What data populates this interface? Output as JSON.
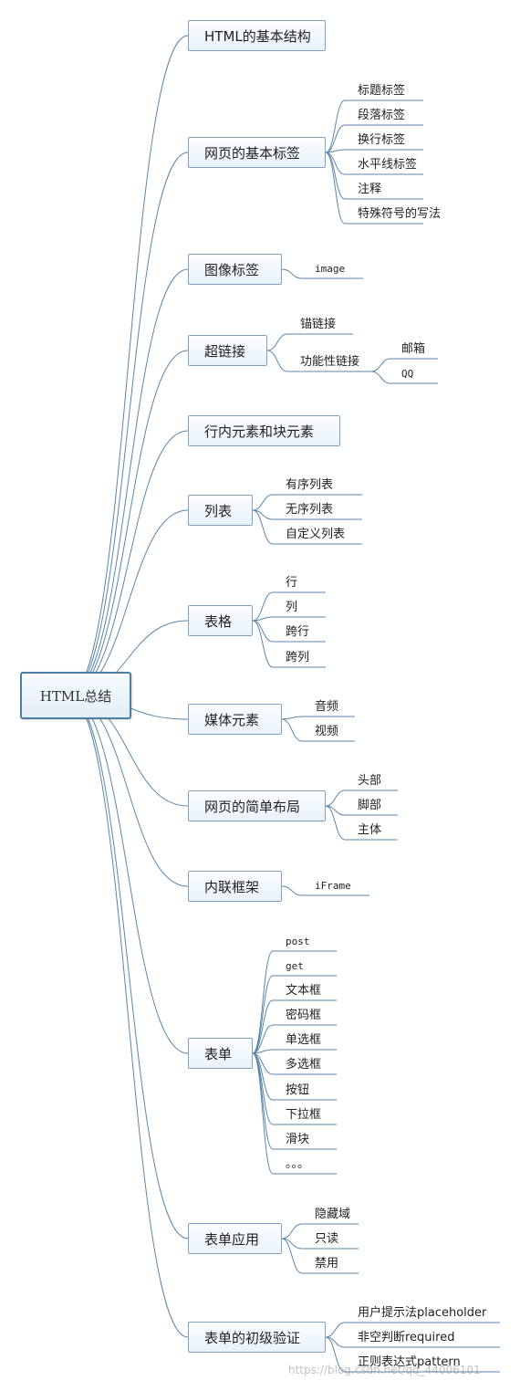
{
  "root": {
    "label": "HTML总结"
  },
  "topics": [
    {
      "label": "HTML的基本结构",
      "children": []
    },
    {
      "label": "网页的基本标签",
      "children": [
        {
          "label": "标题标签"
        },
        {
          "label": "段落标签"
        },
        {
          "label": "换行标签"
        },
        {
          "label": "水平线标签"
        },
        {
          "label": "注释"
        },
        {
          "label": "特殊符号的写法"
        }
      ]
    },
    {
      "label": "图像标签",
      "children": [
        {
          "label": "image",
          "mono": true
        }
      ]
    },
    {
      "label": "超链接",
      "children": [
        {
          "label": "锚链接"
        },
        {
          "label": "功能性链接",
          "children": [
            {
              "label": "邮箱"
            },
            {
              "label": "QQ",
              "mono": true
            }
          ]
        }
      ]
    },
    {
      "label": "行内元素和块元素",
      "children": []
    },
    {
      "label": "列表",
      "children": [
        {
          "label": "有序列表"
        },
        {
          "label": "无序列表"
        },
        {
          "label": "自定义列表"
        }
      ]
    },
    {
      "label": "表格",
      "children": [
        {
          "label": "行"
        },
        {
          "label": "列"
        },
        {
          "label": "跨行"
        },
        {
          "label": "跨列"
        }
      ]
    },
    {
      "label": "媒体元素",
      "children": [
        {
          "label": "音频"
        },
        {
          "label": "视频"
        }
      ]
    },
    {
      "label": "网页的简单布局",
      "children": [
        {
          "label": "头部"
        },
        {
          "label": "脚部"
        },
        {
          "label": "主体"
        }
      ]
    },
    {
      "label": "内联框架",
      "children": [
        {
          "label": "iFrame",
          "mono": true
        }
      ]
    },
    {
      "label": "表单",
      "children": [
        {
          "label": "post",
          "mono": true
        },
        {
          "label": "get",
          "mono": true
        },
        {
          "label": "文本框"
        },
        {
          "label": "密码框"
        },
        {
          "label": "单选框"
        },
        {
          "label": "多选框"
        },
        {
          "label": "按钮"
        },
        {
          "label": "下拉框"
        },
        {
          "label": "滑块"
        },
        {
          "label": "。。。"
        }
      ]
    },
    {
      "label": "表单应用",
      "children": [
        {
          "label": "隐藏域"
        },
        {
          "label": "只读"
        },
        {
          "label": "禁用"
        }
      ]
    },
    {
      "label": "表单的初级验证",
      "children": [
        {
          "label": "用户提示法placeholder"
        },
        {
          "label": "非空判断required"
        },
        {
          "label": "正则表达式pattern"
        }
      ]
    }
  ],
  "watermark": "https://blog.csdn.net/qq_44006101",
  "colors": {
    "line": "#5b86a8",
    "border": "#7fa3c0",
    "root_border": "#4d7fa3"
  }
}
